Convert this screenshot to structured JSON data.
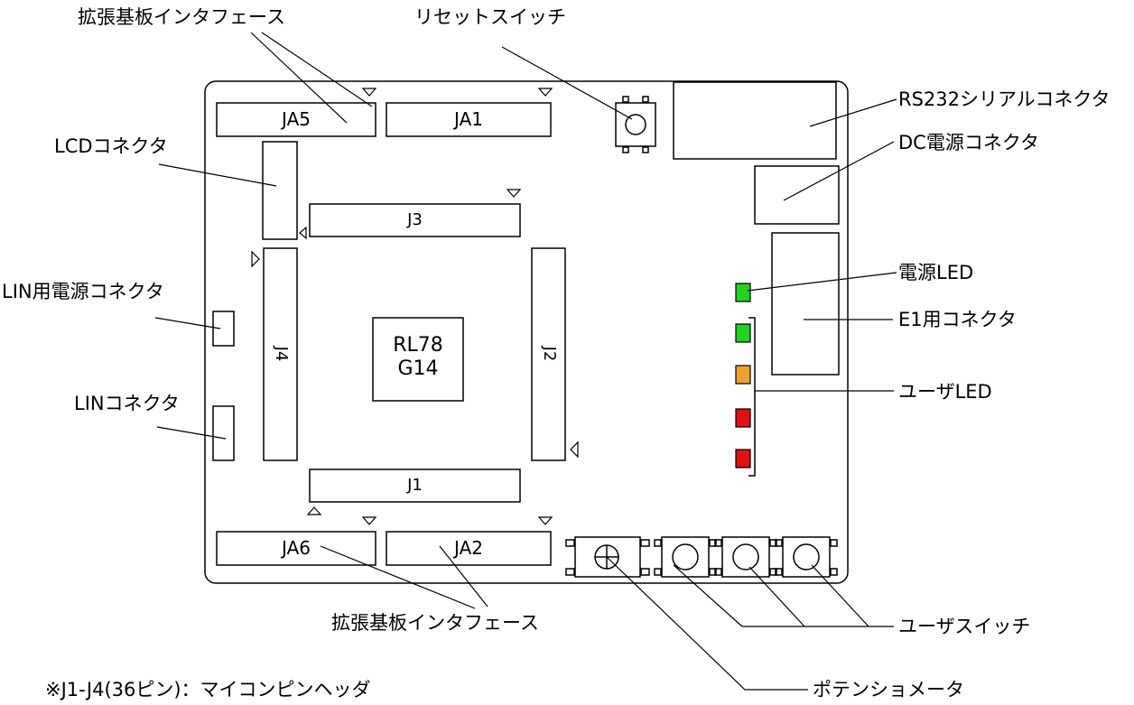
{
  "labels": {
    "expansion_top": "拡張基板インタフェース",
    "reset_switch": "リセットスイッチ",
    "rs232": "RS232シリアルコネクタ",
    "dc_power": "DC電源コネクタ",
    "lcd": "LCDコネクタ",
    "lin_power": "LIN用電源コネクタ",
    "lin": "LINコネクタ",
    "power_led": "電源LED",
    "e1": "E1用コネクタ",
    "user_led": "ユーザLED",
    "expansion_bottom": "拡張基板インタフェース",
    "user_switch": "ユーザスイッチ",
    "potentiometer": "ポテンショメータ",
    "note": "※J1-J4(36ピン)：マイコンピンヘッダ"
  },
  "connectors": {
    "ja5": "JA5",
    "ja1": "JA1",
    "ja6": "JA6",
    "ja2": "JA2",
    "j1": "J1",
    "j2": "J2",
    "j3": "J3",
    "j4": "J4"
  },
  "mcu": {
    "line1": "RL78",
    "line2": "G14"
  },
  "colors": {
    "led_green": "#1fd31f",
    "led_orange": "#f0a030",
    "led_red": "#e01010",
    "outline": "#000000"
  }
}
